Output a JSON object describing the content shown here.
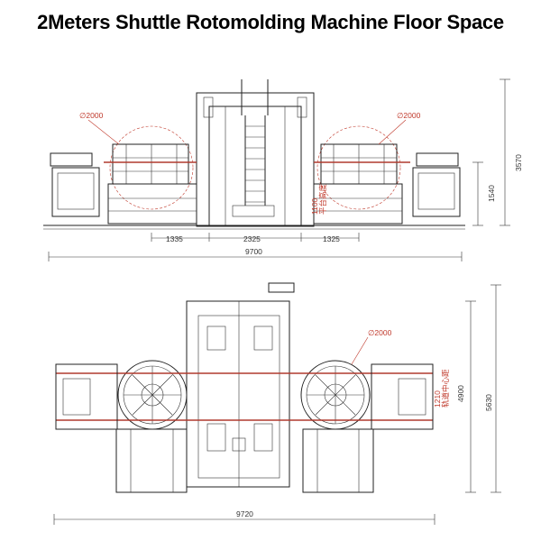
{
  "title": "2Meters Shuttle Rotomolding Machine Floor Space",
  "front_view": {
    "diameter_left": "∅2000",
    "diameter_right": "∅2000",
    "dim_1335_left": "1335",
    "dim_2325": "2325",
    "dim_1325_right": "1325",
    "dim_9700": "9700",
    "dim_1100_platform": "1100\n平台高度",
    "dim_1540": "1540",
    "dim_3570": "3570"
  },
  "top_view": {
    "diameter": "∅2000",
    "dim_1210_track": "1210\n轨道中心距",
    "dim_4900": "4900",
    "dim_5630": "5630",
    "dim_9720": "9720"
  }
}
